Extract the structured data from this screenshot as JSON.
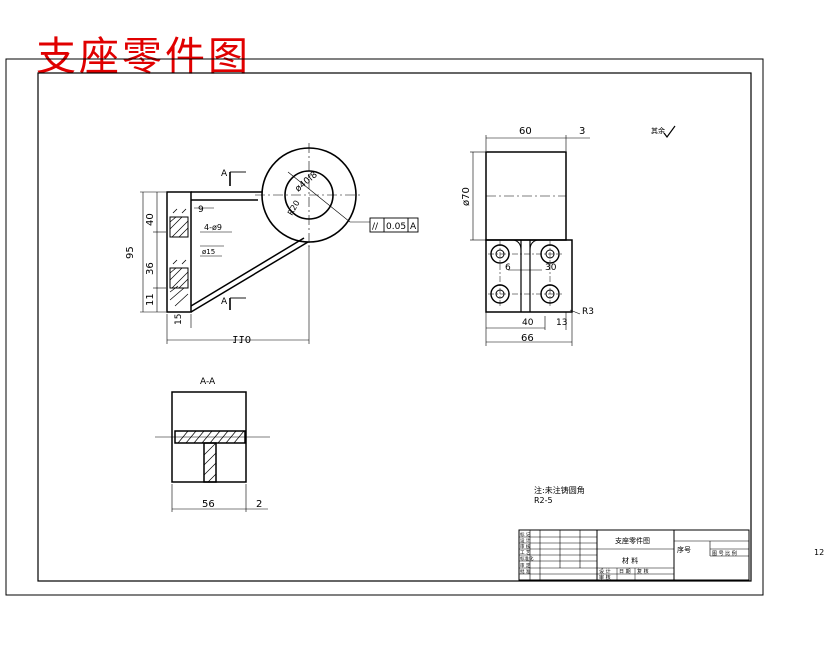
{
  "title": "支座零件图",
  "sheet_number": "12",
  "roughness_label": "其余",
  "notes": {
    "line1": "注:未注铸圆角",
    "line2": "R2-5"
  },
  "section_label": "A-A",
  "section_marker": "A",
  "tolerance": {
    "symbol": "//",
    "value": "0.05",
    "datum": "A"
  },
  "front_view": {
    "dim_95": "95",
    "dim_40": "40",
    "dim_36": "36",
    "dim_11": "11",
    "dim_9": "9",
    "dim_15": "15",
    "dim_110": "110",
    "dim_4x9": "4-ø9",
    "dim_phi40": "ø40",
    "dim_phi15": "ø15",
    "dim_r20": "R20",
    "dim_phi40f8": "ø40f8"
  },
  "side_view": {
    "dim_60": "60",
    "dim_3": "3",
    "dim_phi70": "ø70",
    "dim_6": "6",
    "dim_30": "30",
    "dim_40": "40",
    "dim_13": "13",
    "dim_66": "66",
    "dim_r3": "R3"
  },
  "section_view": {
    "dim_56": "56",
    "dim_2": "2"
  },
  "title_block": {
    "part_name": "支座零件图",
    "material": "材 料",
    "seq_no": "序号",
    "scale_header": "图 号 比 例",
    "design": "设 计",
    "approve": "审 核",
    "date": "日 期",
    "review": "复 核",
    "row_labels": [
      "标 记",
      "设 计",
      "审 核",
      "工 艺",
      "标准化",
      "审 定",
      "批 准"
    ]
  }
}
